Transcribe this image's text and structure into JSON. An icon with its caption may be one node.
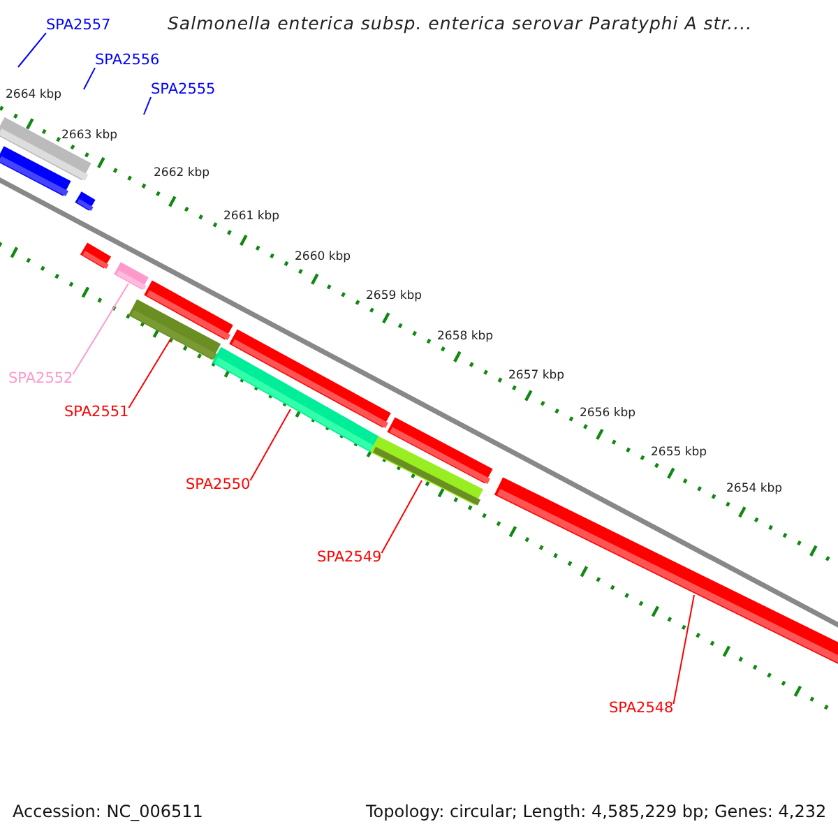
{
  "diagram": {
    "title": "Salmonella enterica subsp. enterica serovar Paratyphi A str....",
    "nodes": [
      {
        "text": [
          "SPA2557"
        ]
      },
      {
        "text": [
          "SPA2556"
        ]
      },
      {
        "text": [
          "SPA2555"
        ]
      },
      {
        "text": [
          "SPA2552"
        ]
      },
      {
        "text": [
          "SPA2551"
        ]
      },
      {
        "text": [
          "SPA2550"
        ]
      },
      {
        "text": [
          "SPA2549"
        ]
      },
      {
        "text": [
          "SPA2548"
        ]
      },
      {
        "text": [],
        "shape": "bar"
      },
      {
        "text": [],
        "shape": "bar"
      },
      {
        "text": [],
        "shape": "bar"
      },
      {
        "text": [],
        "shape": "bar"
      },
      {
        "text": [],
        "shape": "bar"
      }
    ],
    "edges": [
      {
        "from": 0,
        "to": null,
        "arrow": "none",
        "color": "#0000ff"
      },
      {
        "from": 1,
        "to": null,
        "arrow": "none",
        "color": "#0000ff"
      },
      {
        "from": 2,
        "to": null,
        "arrow": "none",
        "color": "#0000ff"
      },
      {
        "from": 3,
        "to": 8,
        "arrow": "none",
        "color": "#ff99cc"
      },
      {
        "from": 4,
        "to": 9,
        "arrow": "none"
      },
      {
        "from": 5,
        "to": 10,
        "arrow": "none"
      },
      {
        "from": 6,
        "to": 11,
        "arrow": "none"
      },
      {
        "from": 7,
        "to": 12,
        "arrow": "none"
      }
    ],
    "labels": [
      "2664 kbp",
      "2663 kbp",
      "2662 kbp",
      "2661 kbp",
      "2660 kbp",
      "2659 kbp",
      "2658 kbp",
      "2657 kbp",
      "2656 kbp",
      "2655 kbp",
      "2654 kbp",
      "Accession: NC_006511",
      "Topology: circular; Length: 4,585,229 bp; Genes: 4,232"
    ]
  }
}
